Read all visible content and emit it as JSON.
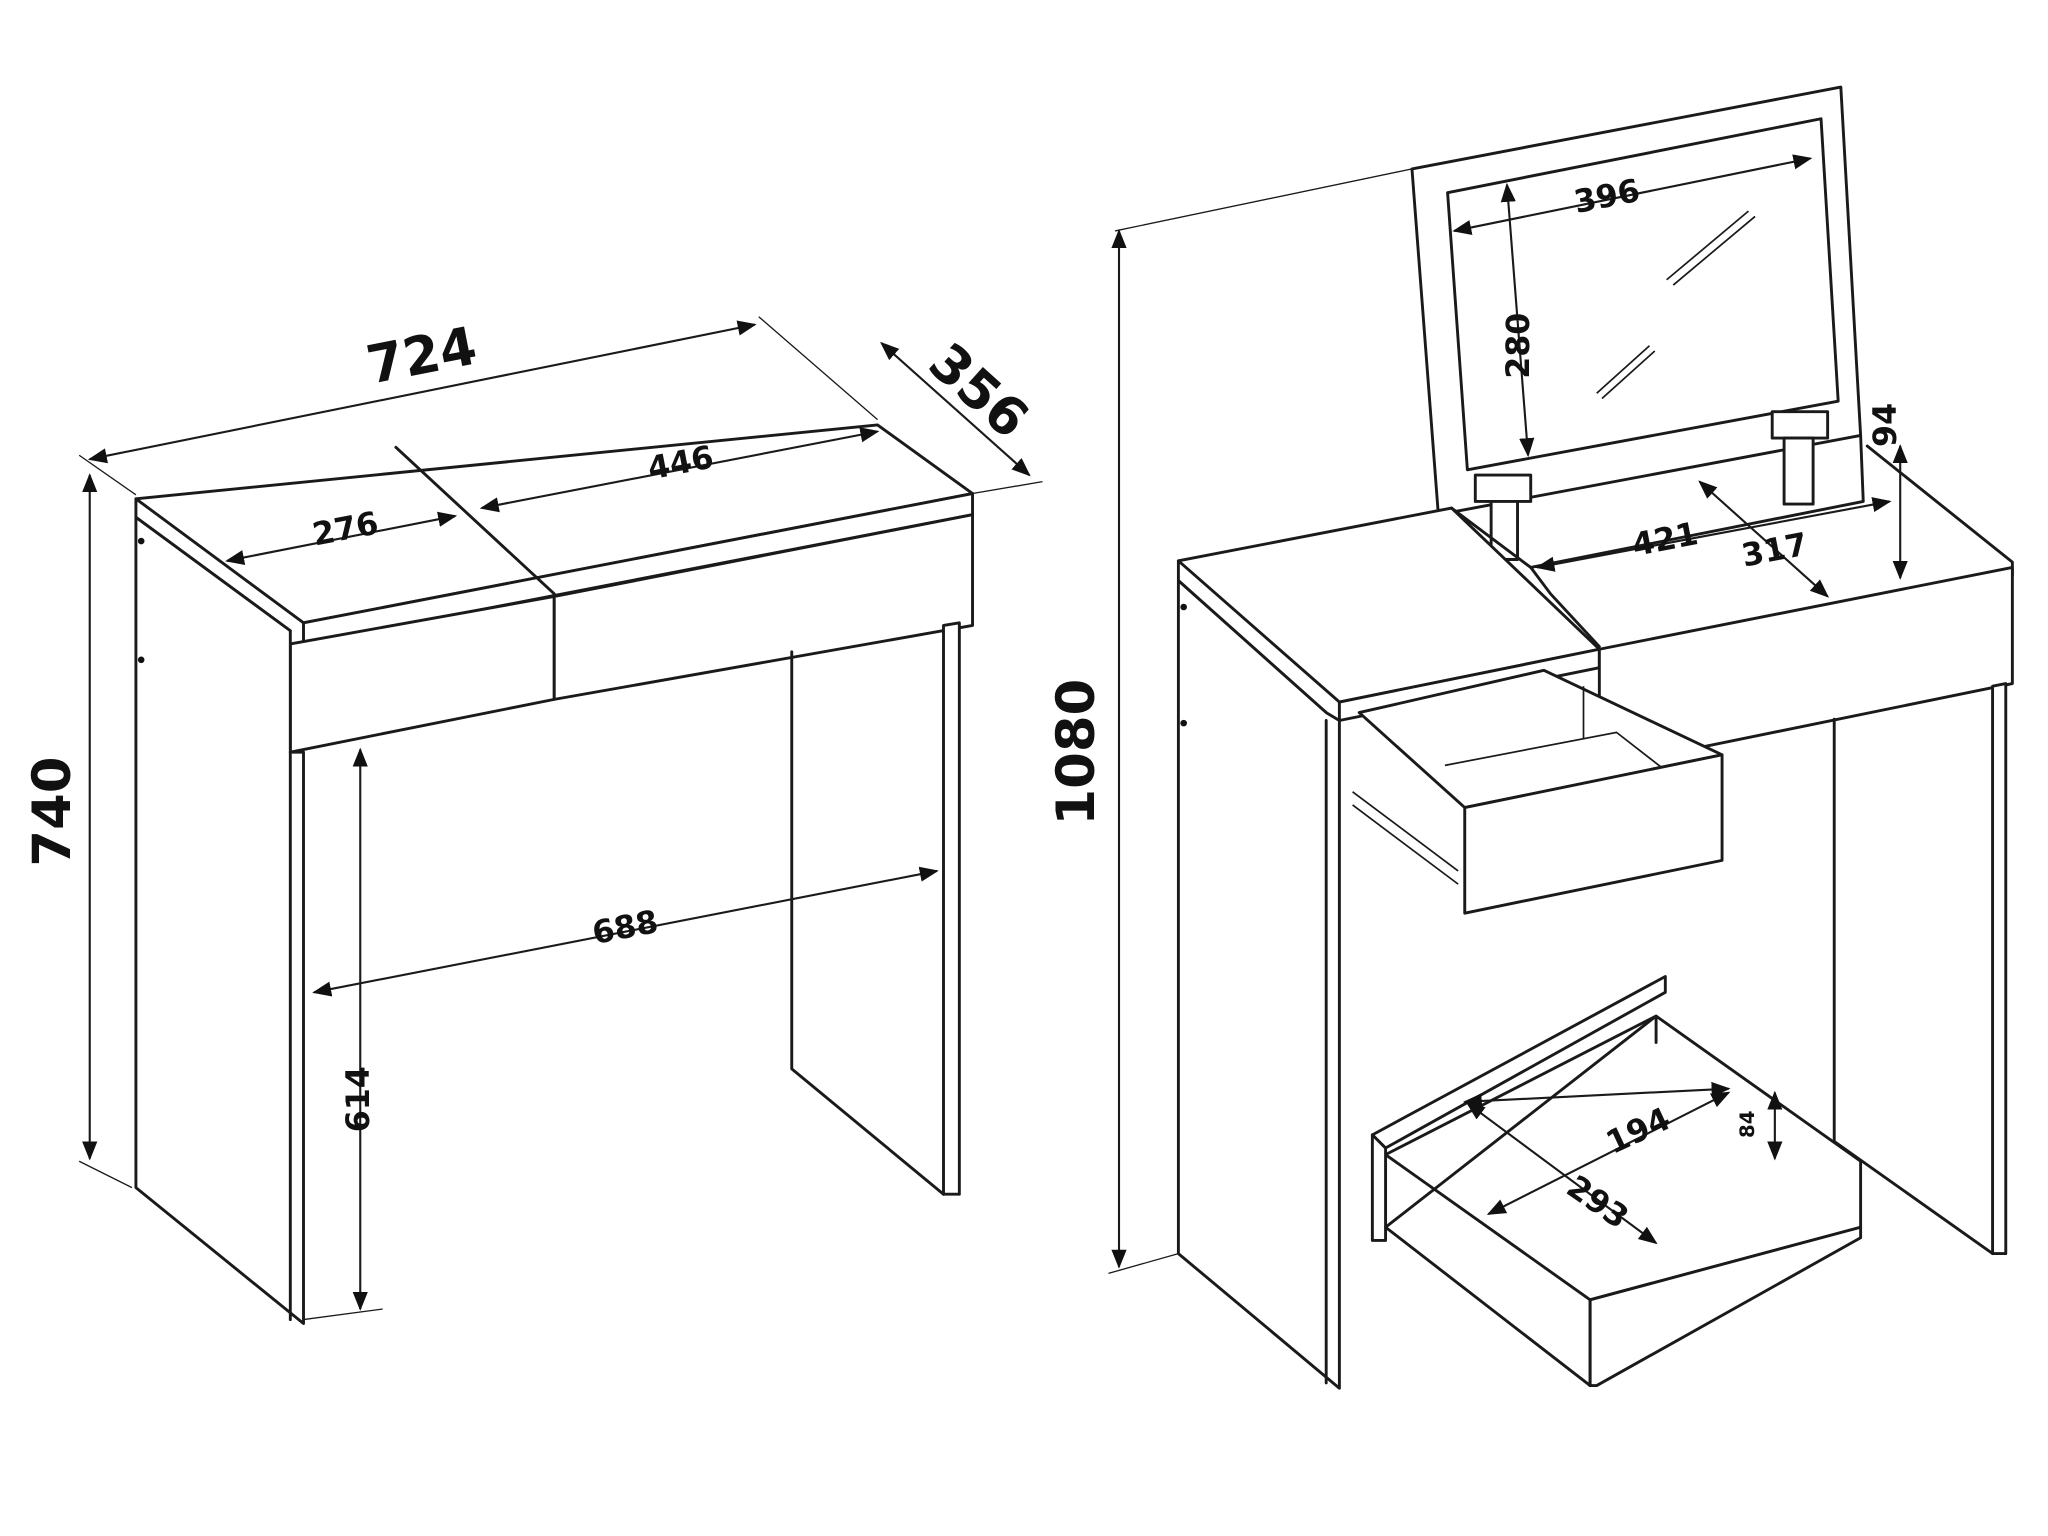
{
  "title": "Dressing table dimension drawing",
  "closed_view": {
    "width": "724",
    "depth": "356",
    "height": "740",
    "right_lid": "446",
    "left_lid": "276",
    "leg_clearance_width": "688",
    "leg_clearance_height": "614"
  },
  "open_view": {
    "height_open": "1080",
    "mirror_width": "396",
    "mirror_height": "280",
    "compartment_depth": "94",
    "compartment_width": "421",
    "compartment_inner_depth": "317"
  },
  "drawer_view": {
    "drawer_depth": "194",
    "drawer_height": "84",
    "drawer_width": "293"
  }
}
